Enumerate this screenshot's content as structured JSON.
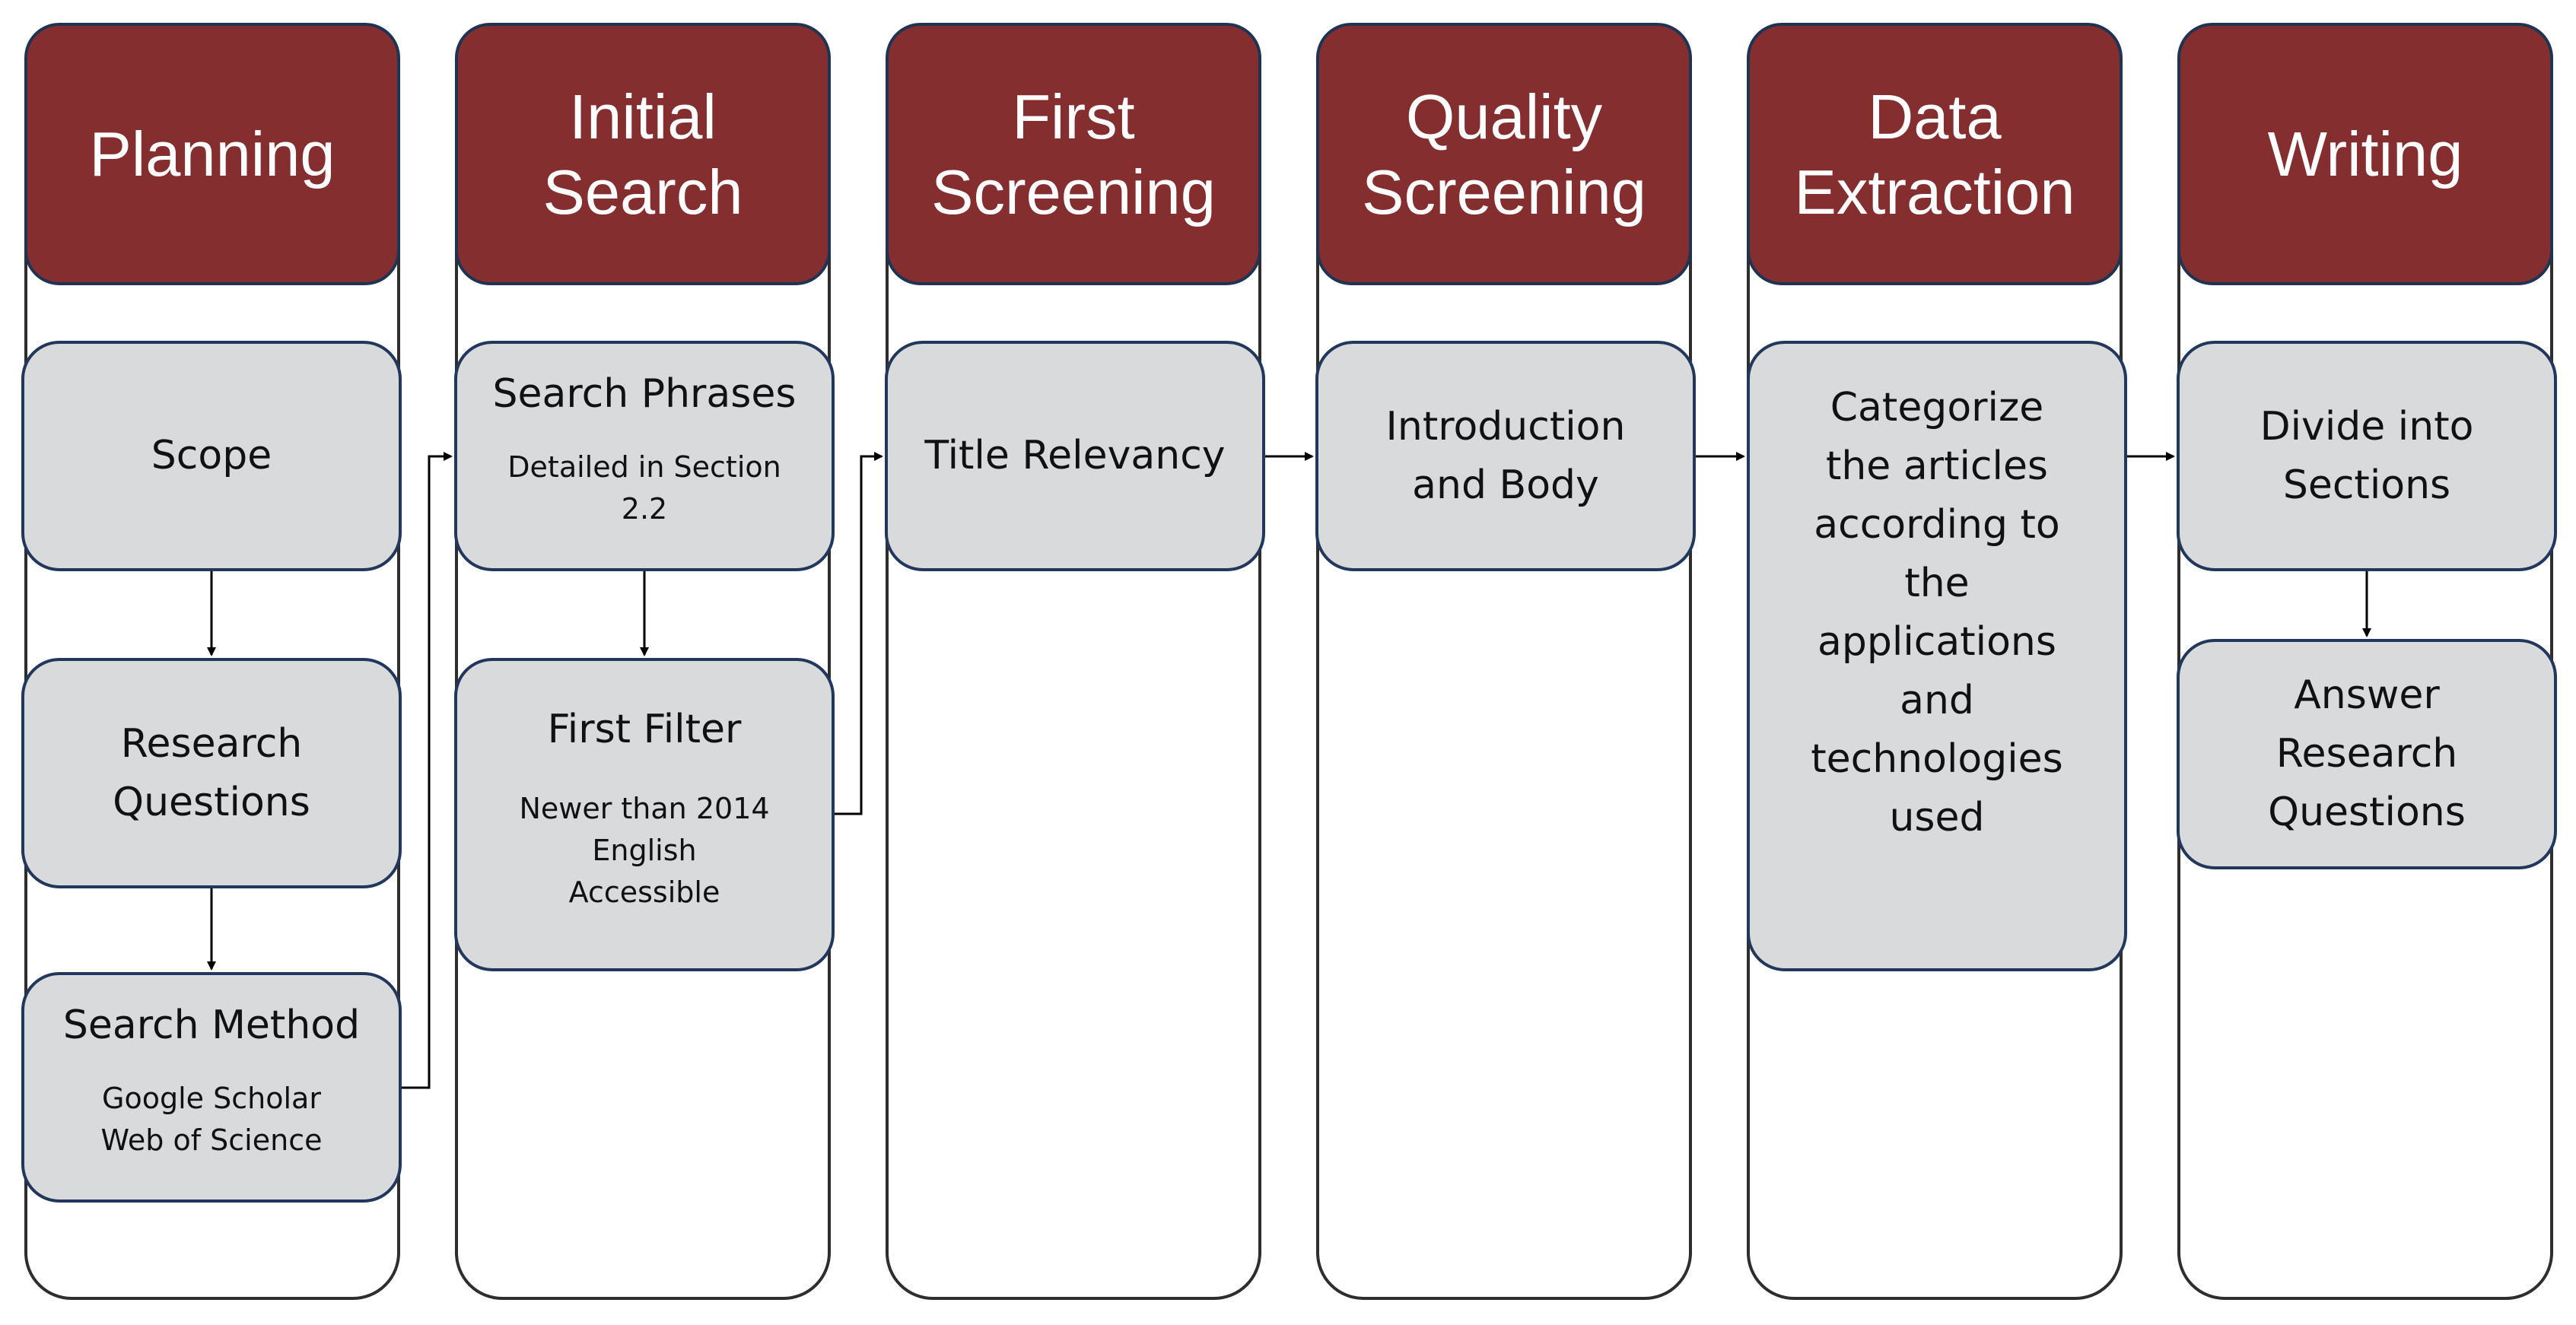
{
  "columns": [
    {
      "header": [
        "Planning"
      ]
    },
    {
      "header": [
        "Initial",
        "Search"
      ]
    },
    {
      "header": [
        "First",
        "Screening"
      ]
    },
    {
      "header": [
        "Quality",
        "Screening"
      ]
    },
    {
      "header": [
        "Data",
        "Extraction"
      ]
    },
    {
      "header": [
        "Writing"
      ]
    }
  ],
  "boxes": {
    "scope": {
      "title": "Scope"
    },
    "research_questions": {
      "title": "Research Questions"
    },
    "search_method": {
      "title": "Search Method",
      "details": [
        "Google Scholar",
        "Web of Science"
      ]
    },
    "search_phrases": {
      "title": "Search Phrases",
      "details": [
        "Detailed in Section",
        "2.2"
      ]
    },
    "first_filter": {
      "title": "First Filter",
      "details": [
        "Newer than 2014",
        "English",
        "Accessible"
      ]
    },
    "title_relevancy": {
      "title": "Title Relevancy"
    },
    "introduction_body": {
      "title": "Introduction and Body"
    },
    "categorize": {
      "title": "Categorize the articles according to the applications and technologies used"
    },
    "divide_sections": {
      "title": "Divide into Sections"
    },
    "answer_questions": {
      "title": "Answer Research Questions"
    }
  },
  "colors": {
    "header_fill": "#852e2f",
    "header_border": "#1f3353",
    "box_fill": "#d9dadb",
    "box_border": "#22375c",
    "column_border": "#2e2e2e",
    "arrow": "#000000"
  }
}
